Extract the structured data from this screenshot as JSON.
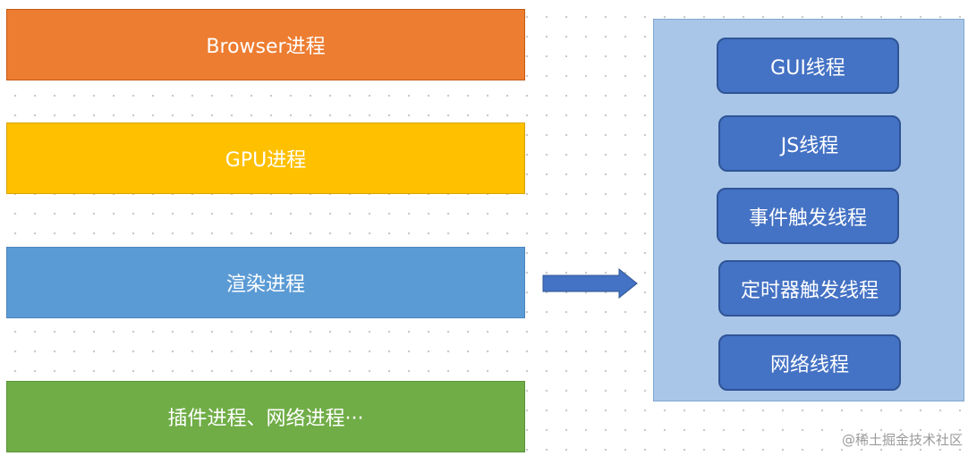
{
  "processes": [
    {
      "label": "Browser进程",
      "color": "#ed7d31"
    },
    {
      "label": "GPU进程",
      "color": "#ffc000"
    },
    {
      "label": "渲染进程",
      "color": "#5b9bd5"
    },
    {
      "label": "插件进程、网络进程···",
      "color": "#70ad47"
    }
  ],
  "arrow": {
    "color": "#4472c4",
    "points_to": "threads-panel"
  },
  "threads": [
    {
      "label": "GUI线程"
    },
    {
      "label": "JS线程"
    },
    {
      "label": "事件触发线程"
    },
    {
      "label": "定时器触发线程"
    },
    {
      "label": "网络线程"
    }
  ],
  "panel": {
    "background": "#a9c6e8"
  },
  "watermark": "@稀土掘金技术社区"
}
